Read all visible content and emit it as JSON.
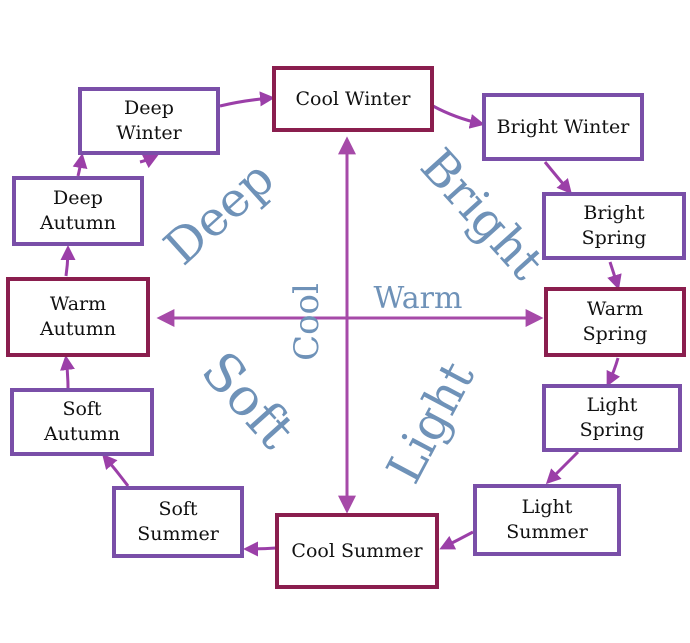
{
  "diagram": {
    "title": "",
    "colors": {
      "purple_border": "#7a4fa8",
      "maroon_border": "#8a1e4e",
      "arrow": "#9b3fa8",
      "axis": "#a64aa8",
      "handwriting": "#6f92b8"
    },
    "seasons": [
      {
        "id": "cool-winter",
        "label": "Cool Winter"
      },
      {
        "id": "bright-winter",
        "label": "Bright Winter"
      },
      {
        "id": "bright-spring",
        "label": "Bright\nSpring"
      },
      {
        "id": "warm-spring",
        "label": "Warm\nSpring"
      },
      {
        "id": "light-spring",
        "label": "Light\nSpring"
      },
      {
        "id": "light-summer",
        "label": "Light\nSummer"
      },
      {
        "id": "cool-summer",
        "label": "Cool Summer"
      },
      {
        "id": "soft-summer",
        "label": "Soft\nSummer"
      },
      {
        "id": "soft-autumn",
        "label": "Soft\nAutumn"
      },
      {
        "id": "warm-autumn",
        "label": "Warm\nAutumn"
      },
      {
        "id": "deep-autumn",
        "label": "Deep\nAutumn"
      },
      {
        "id": "deep-winter",
        "label": "Deep\nWinter"
      }
    ],
    "axis_labels": {
      "deep": "Deep",
      "bright": "Bright",
      "soft": "Soft",
      "light": "Light",
      "cool": "Cool",
      "warm": "Warm"
    }
  }
}
